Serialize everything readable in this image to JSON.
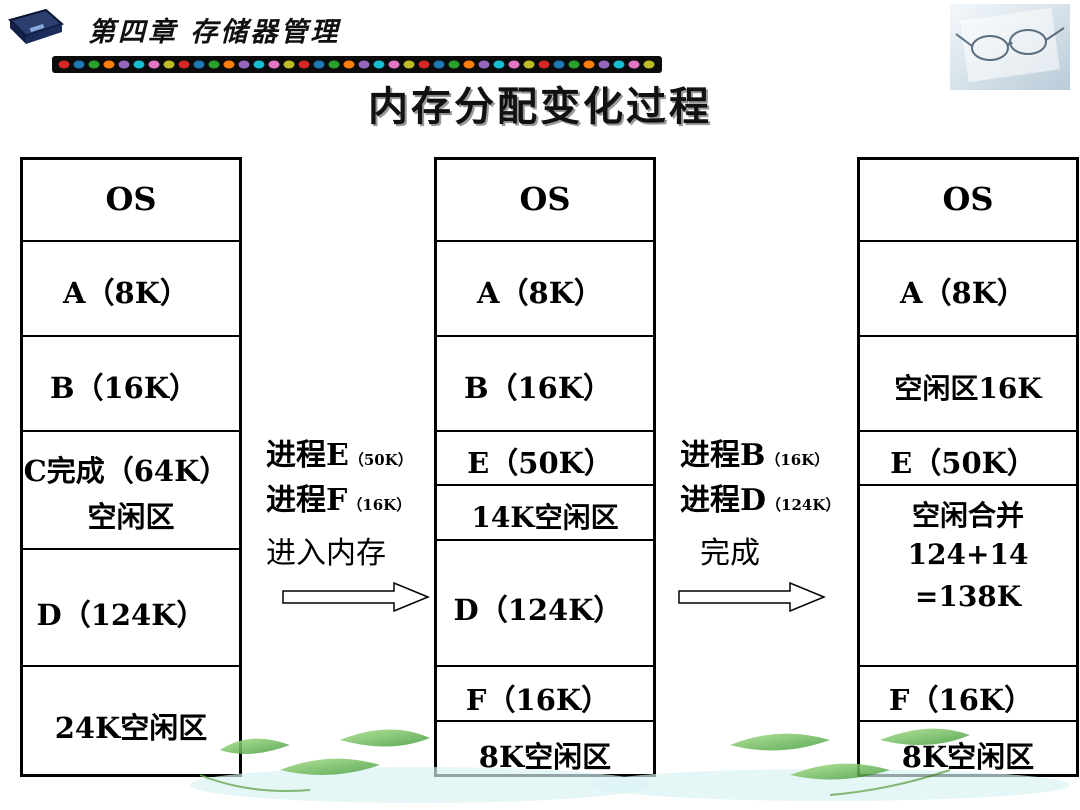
{
  "header": {
    "chapter_title": "第四章 存储器管理",
    "main_title": "内存分配变化过程"
  },
  "colors": {
    "border": "#000000",
    "bar": "#0c0c0c",
    "bead_colors": [
      "#d62728",
      "#1f77b4",
      "#2ca02c",
      "#ff7f0e",
      "#9467bd",
      "#17becf",
      "#e377c2",
      "#bcbd22"
    ]
  },
  "columns": [
    {
      "segments": [
        {
          "label": "OS"
        },
        {
          "label": "A（8K）"
        },
        {
          "label": "B（16K）"
        },
        {
          "label": "C完成（64K）",
          "label2": "空闲区"
        },
        {
          "label": "D（124K）"
        },
        {
          "label": "24K空闲区"
        }
      ]
    },
    {
      "segments": [
        {
          "label": "OS"
        },
        {
          "label": "A（8K）"
        },
        {
          "label": "B（16K）"
        },
        {
          "label": "E（50K）"
        },
        {
          "label": "14K空闲区"
        },
        {
          "label": "D（124K）"
        },
        {
          "label": "F（16K）"
        },
        {
          "label": "8K空闲区"
        }
      ]
    },
    {
      "segments": [
        {
          "label": "OS"
        },
        {
          "label": "A（8K）"
        },
        {
          "label": "空闲区16K"
        },
        {
          "label": "E（50K）"
        },
        {
          "label": "空闲合并",
          "label2": "124+14",
          "label3": "=138K"
        },
        {
          "label": "F（16K）"
        },
        {
          "label": "8K空闲区"
        }
      ]
    }
  ],
  "transitions": [
    {
      "line1": "进程E",
      "line1_small": "（50K）",
      "line2": "进程F",
      "line2_small": "（16K）",
      "line3": "进入内存"
    },
    {
      "line1": "进程B",
      "line1_small": "（16K）",
      "line2": "进程D",
      "line2_small": "（124K）",
      "line3": "完成"
    }
  ]
}
